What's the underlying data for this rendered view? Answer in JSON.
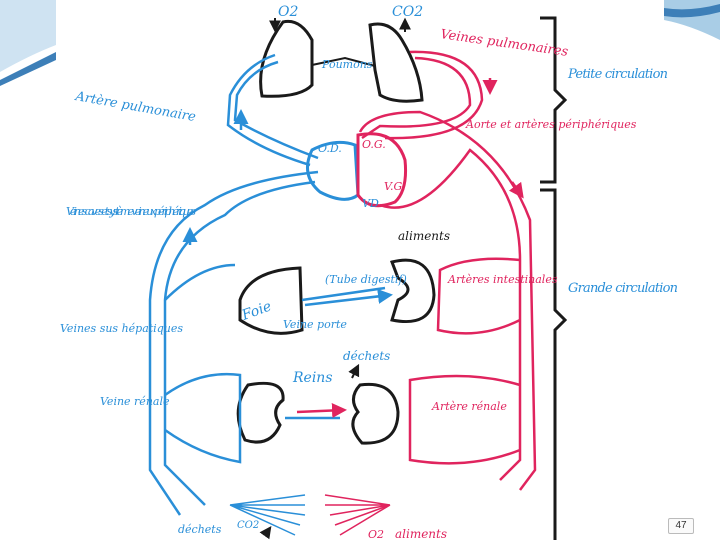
{
  "colors": {
    "blue": "#2a8fd8",
    "red": "#e0245e",
    "black": "#1a1a1a",
    "slide_band": "#3d7fb8",
    "slide_band_light": "#a9cde6"
  },
  "labels": {
    "o2_top": "O2",
    "co2_top": "CO2",
    "veines_pulmonaires": "Veines pulmonaires",
    "poumons": "Poumons",
    "artere_pulmonaire": "Artère pulmonaire",
    "aorte_arteres_peripheriques": "Aorte et artères périphériques",
    "od": "O.D.",
    "og": "O.G.",
    "vd": "VD",
    "vg": "V.G.",
    "veines_caves": "Veines caves et système veineux périphériques",
    "aliments_mid": "aliments",
    "tube_digestif": "(Tube digestif)",
    "foie": "Foie",
    "veines_sus_hepatiques": "Veines sus hépatiques",
    "veine_porte": "Veine porte",
    "arteres_intestinales": "Artères intestinales",
    "dechets_mid": "déchets",
    "reins": "Reins",
    "veine_renale": "Veine rénale",
    "artere_renale": "Artère rénale",
    "dechets_bottom": "déchets",
    "co2_bottom": "CO2",
    "o2_bottom": "O2",
    "aliments_bottom": "aliments",
    "petite_circulation": "Petite circulation",
    "grande_circulation": "Grande circulation"
  },
  "page_number": "47"
}
